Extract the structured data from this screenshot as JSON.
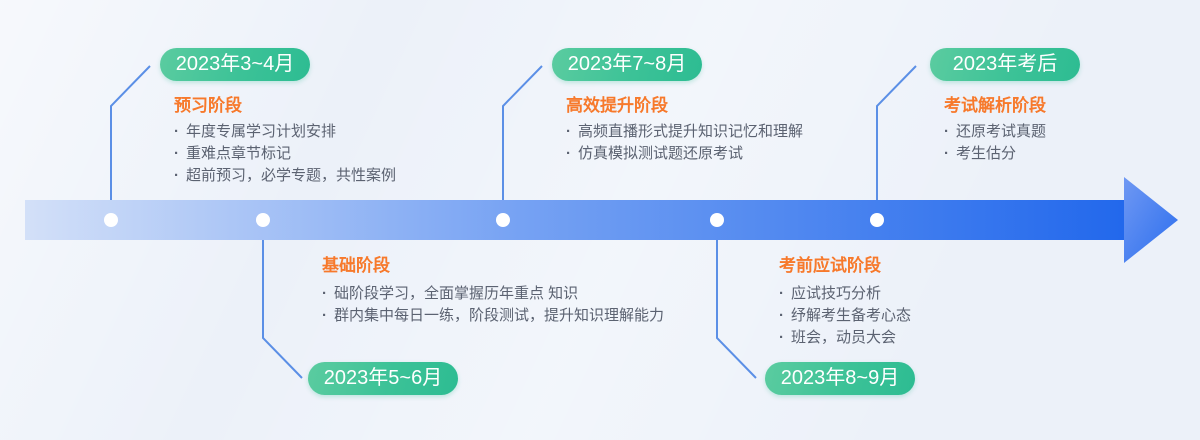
{
  "phases": [
    {
      "period": "2023年3~4月",
      "title": "预习阶段",
      "side": "top",
      "bullets": [
        "年度专属学习计划安排",
        "重难点章节标记",
        "超前预习，必学专题，共性案例"
      ]
    },
    {
      "period": "2023年5~6月",
      "title": "基础阶段",
      "side": "bottom",
      "bullets": [
        "础阶段学习，全面掌握历年重点 知识",
        "群内集中每日一练，阶段测试，提升知识理解能力"
      ]
    },
    {
      "period": "2023年7~8月",
      "title": "高效提升阶段",
      "side": "top",
      "bullets": [
        "高频直播形式提升知识记忆和理解",
        "仿真模拟测试题还原考试"
      ]
    },
    {
      "period": "2023年8~9月",
      "title": "考前应试阶段",
      "side": "bottom",
      "bullets": [
        "应试技巧分析",
        "纾解考生备考心态",
        "班会，动员大会"
      ]
    },
    {
      "period": "2023年考后",
      "title": "考试解析阶段",
      "side": "top",
      "bullets": [
        "还原考试真题",
        "考生估分"
      ]
    }
  ],
  "colors": {
    "background": "#ecf1f9",
    "pill_gradient_start": "#5bcca0",
    "pill_gradient_end": "#2dbc92",
    "pill_text": "#ffffff",
    "phase_title": "#f7792b",
    "body_text": "#5b6271",
    "bar_gradient_start": "#d3e0f8",
    "bar_gradient_end": "#2268ec",
    "arrow": "#2f6fee",
    "connector": "#5b8fe6",
    "dot": "#ffffff"
  }
}
